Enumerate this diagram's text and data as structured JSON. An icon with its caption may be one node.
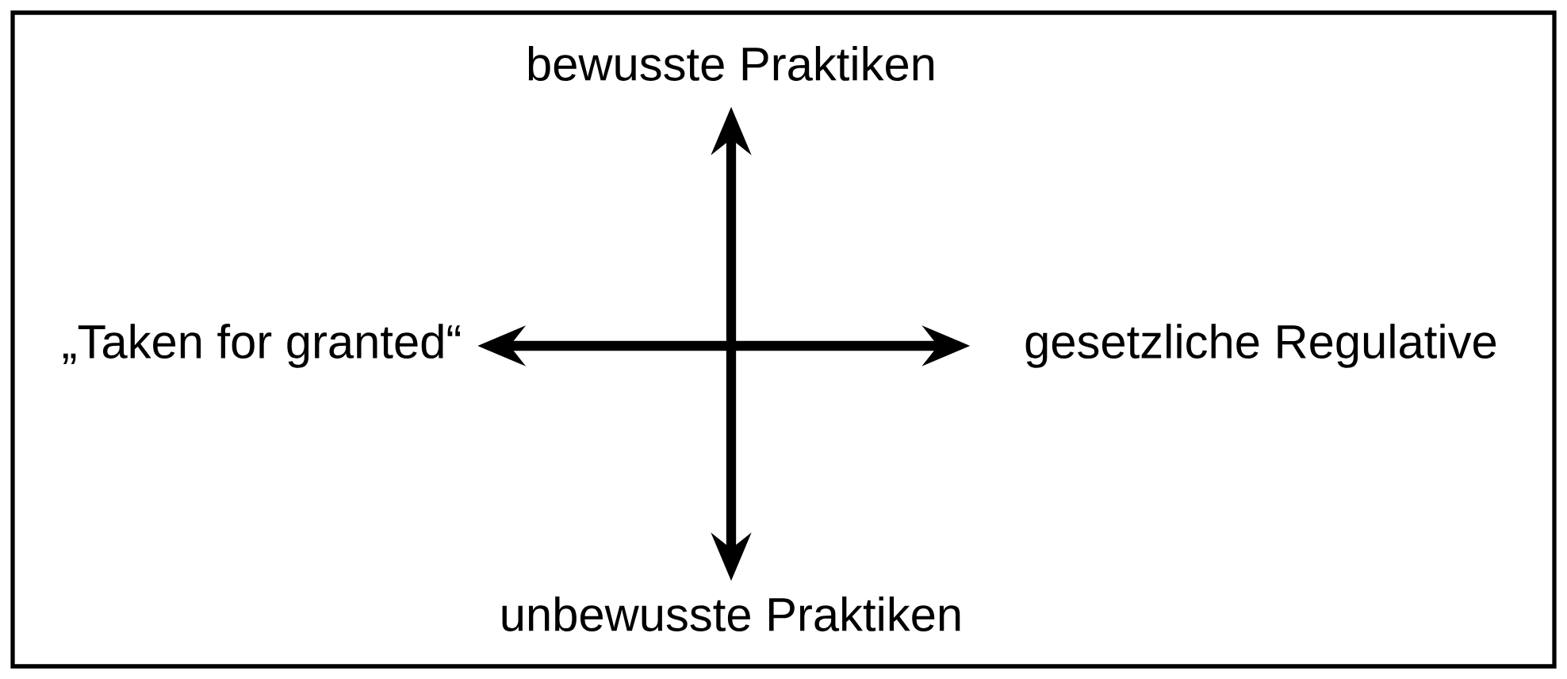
{
  "diagram": {
    "nodes": [
      {
        "text": [
          "bewusste Praktiken"
        ]
      },
      {
        "text": [
          "„Taken for granted“"
        ]
      },
      {
        "text": [
          "gesetzliche Regulative"
        ]
      },
      {
        "text": [
          "unbewusste Praktiken"
        ]
      }
    ],
    "edges": [
      {
        "from": 0,
        "to": 3,
        "arrow": "both"
      },
      {
        "from": 1,
        "to": 2,
        "arrow": "both"
      }
    ]
  }
}
